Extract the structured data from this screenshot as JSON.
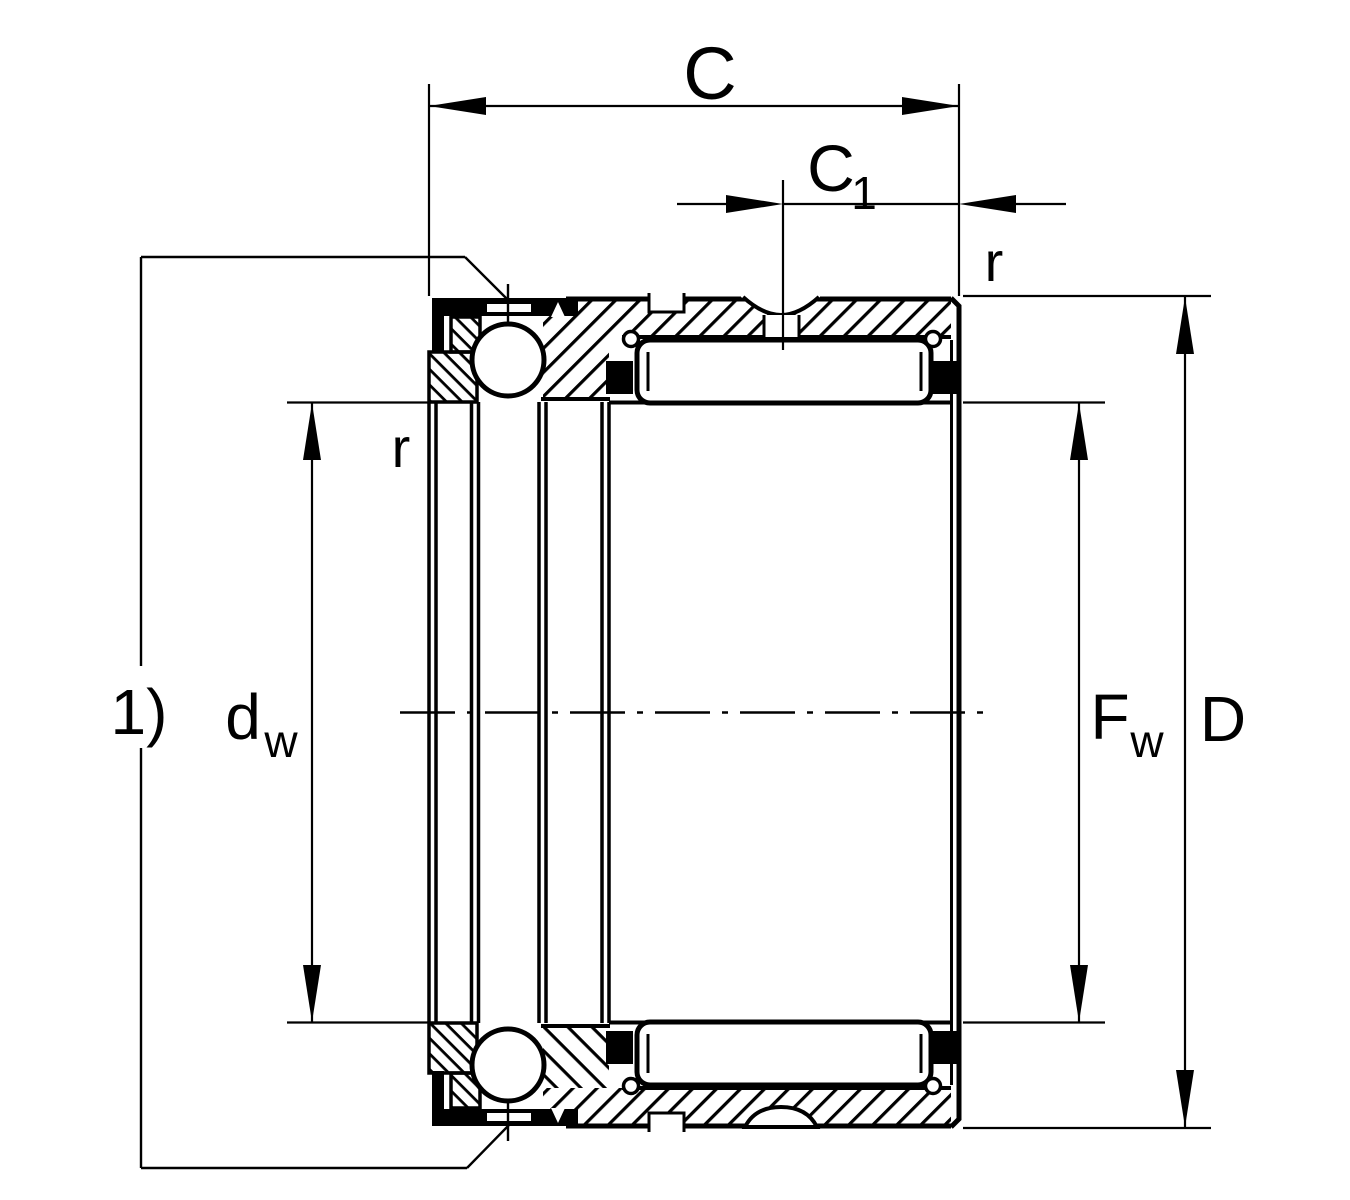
{
  "drawing": {
    "type": "combined needle-roller and thrust ball bearing cross-section",
    "ink": "#000000",
    "paper": "#ffffff",
    "labels": {
      "c": "C",
      "c1_base": "C",
      "c1_sub": "1",
      "r_right": "r",
      "r_left": "r",
      "dw_base": "d",
      "dw_sub": "w",
      "fw_base": "F",
      "fw_sub": "w",
      "d_outer": "D",
      "footnote": "1)"
    }
  }
}
